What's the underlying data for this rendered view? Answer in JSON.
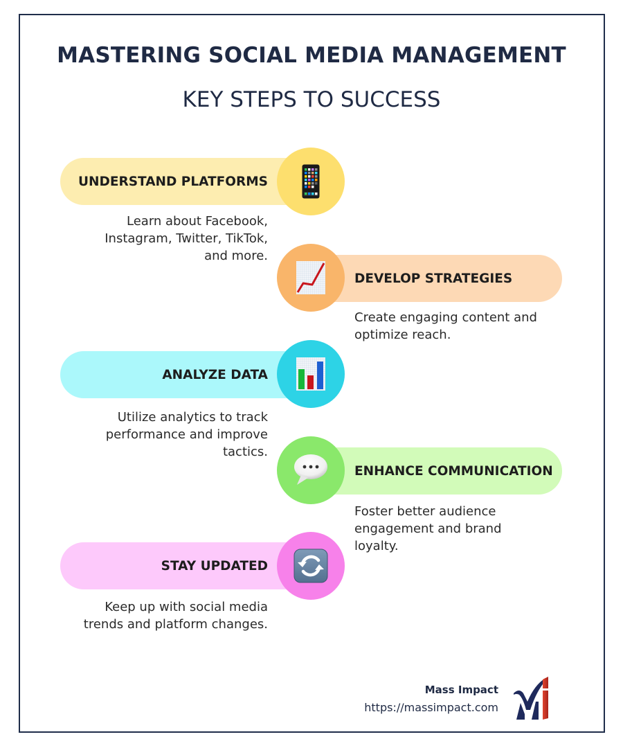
{
  "header": {
    "title": "MASTERING SOCIAL MEDIA MANAGEMENT",
    "subtitle": "KEY STEPS TO SUCCESS"
  },
  "steps": [
    {
      "label": "UNDERSTAND PLATFORMS",
      "description_lines": [
        "Learn about Facebook,",
        "Instagram, Twitter, TikTok,",
        "and more."
      ],
      "icon": "mobile-phone-icon",
      "side": "left",
      "pill_color": "#fdedb0",
      "circle_color": "#fddf6e"
    },
    {
      "label": "DEVELOP STRATEGIES",
      "description_lines": [
        "Create engaging content and",
        "optimize reach."
      ],
      "icon": "chart-increasing-icon",
      "side": "right",
      "pill_color": "#fdd9b5",
      "circle_color": "#f9b56a"
    },
    {
      "label": "ANALYZE DATA",
      "description_lines": [
        "Utilize analytics to track",
        "performance and improve",
        "tactics."
      ],
      "icon": "bar-chart-icon",
      "side": "left",
      "pill_color": "#abf8fb",
      "circle_color": "#2dd3e6"
    },
    {
      "label": "ENHANCE COMMUNICATION",
      "description_lines": [
        "Foster better audience",
        "engagement and brand",
        "loyalty."
      ],
      "icon": "speech-balloon-icon",
      "side": "right",
      "pill_color": "#d2fbb9",
      "circle_color": "#8ae86b"
    },
    {
      "label": "STAY UPDATED",
      "description_lines": [
        "Keep up with social media",
        "trends and platform changes."
      ],
      "icon": "refresh-arrows-icon",
      "side": "left",
      "pill_color": "#fdc9fb",
      "circle_color": "#f781ea"
    }
  ],
  "footer": {
    "brand_name": "Mass Impact",
    "url": "https://massimpact.com",
    "logo": "mass-impact-logo"
  },
  "colors": {
    "navy": "#1f2a44",
    "frame_border": "#1f2d4a"
  }
}
